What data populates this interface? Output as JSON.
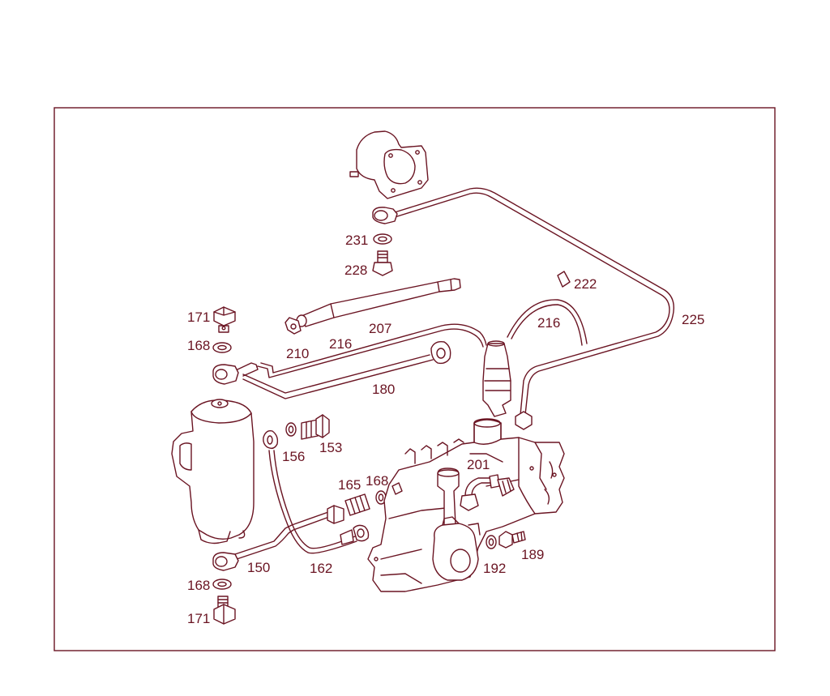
{
  "diagram": {
    "colors": {
      "line": "#6a1422",
      "frame": "#6a1422",
      "background": "#ffffff"
    },
    "labels": {
      "l231": "231",
      "l228": "228",
      "l222": "222",
      "l225": "225",
      "l171a": "171",
      "l168a": "168",
      "l207": "207",
      "l210": "210",
      "l216a": "216",
      "l216b": "216",
      "l180": "180",
      "l156": "156",
      "l153": "153",
      "l201": "201",
      "l165": "165",
      "l168b": "168",
      "l150": "150",
      "l162": "162",
      "l192": "192",
      "l189": "189",
      "l168c": "168",
      "l171b": "171"
    }
  }
}
